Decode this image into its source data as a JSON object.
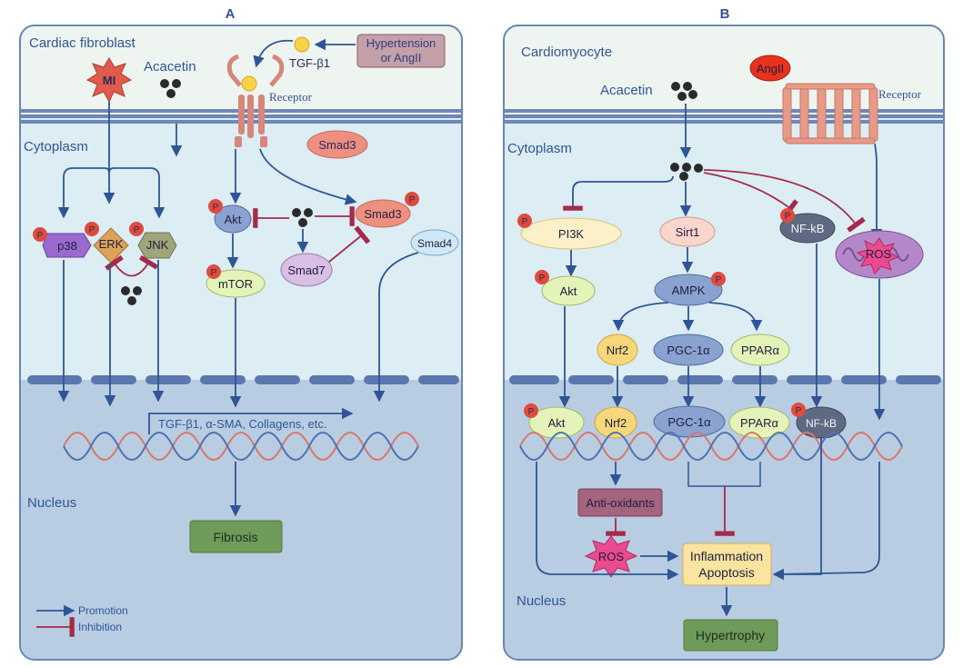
{
  "panel_a": {
    "letter": "A",
    "cell_type": "Cardiac fibroblast",
    "cytoplasm": "Cytoplasm",
    "nucleus": "Nucleus",
    "mi": "MI",
    "acacetin": "Acacetin",
    "tgf": "TGF-β1",
    "hypertension_l1": "Hypertension",
    "hypertension_l2": "or AngII",
    "receptor": "Receptor",
    "smad3_top": "Smad3",
    "p38": "p38",
    "erk": "ERK",
    "jnk": "JNK",
    "akt": "Akt",
    "mtor": "mTOR",
    "smad7": "Smad7",
    "smad3_p": "Smad3",
    "smad4": "Smad4",
    "genes": "TGF-β1, α-SMA, Collagens, etc.",
    "fibrosis": "Fibrosis",
    "phospho": "P"
  },
  "panel_b": {
    "letter": "B",
    "cell_type": "Cardiomyocyte",
    "cytoplasm": "Cytoplasm",
    "nucleus": "Nucleus",
    "acacetin": "Acacetin",
    "angii": "AngII",
    "receptor": "Receptor",
    "pi3k": "PI3K",
    "sirt1": "Sirt1",
    "nfkb": "NF-kB",
    "ros_mito": "ROS",
    "akt": "Akt",
    "ampk": "AMPK",
    "nrf2": "Nrf2",
    "pgc": "PGC-1α",
    "ppar": "PPARα",
    "akt_n": "Akt",
    "nrf2_n": "Nrf2",
    "pgc_n": "PGC-1α",
    "ppar_n": "PPARα",
    "nfkb_n": "NF-kB",
    "antiox": "Anti-oxidants",
    "ros": "ROS",
    "inflam": "Inflammation",
    "apop": "Apoptosis",
    "hypertrophy": "Hypertrophy"
  },
  "legend": {
    "promotion": "Promotion",
    "inhibition": "Inhibition"
  },
  "colors": {
    "promotion": "#2f5597",
    "inhibition": "#a52a4a",
    "cytoplasm": "#dff0f5",
    "nucleus": "#b8cbe0",
    "phospho": "#e04a3f"
  }
}
